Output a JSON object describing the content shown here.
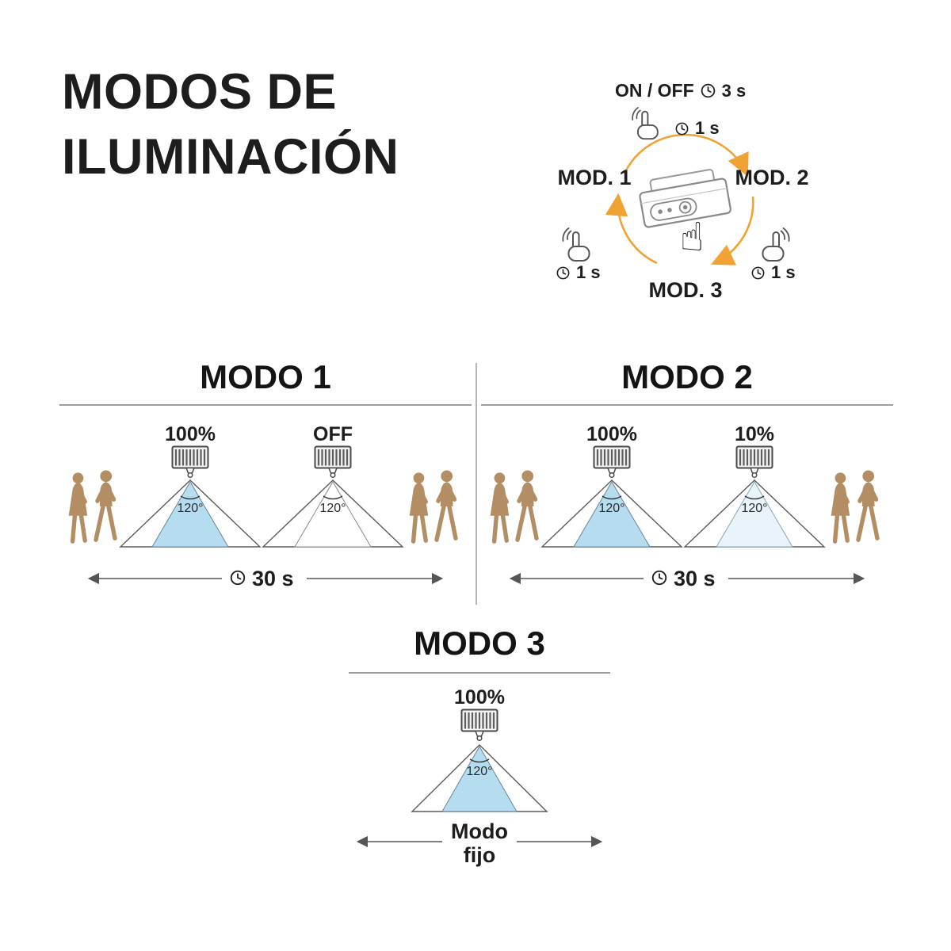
{
  "title": {
    "line1": "MODOS DE",
    "line2": "ILUMINACIÓN"
  },
  "selector": {
    "onoff_label": "ON / OFF",
    "onoff_time": "3 s",
    "tap_top_time": "1 s",
    "tap_left_time": "1 s",
    "tap_right_time": "1 s",
    "mod1": "MOD. 1",
    "mod2": "MOD. 2",
    "mod3": "MOD. 3"
  },
  "modes": {
    "modo1": {
      "title": "MODO 1",
      "light1_label": "100%",
      "light2_label": "OFF",
      "angle": "120°",
      "duration": "30 s"
    },
    "modo2": {
      "title": "MODO 2",
      "light1_label": "100%",
      "light2_label": "10%",
      "angle": "120°",
      "duration": "30 s"
    },
    "modo3": {
      "title": "MODO 3",
      "light1_label": "100%",
      "angle": "120°",
      "caption_line1": "Modo",
      "caption_line2": "fijo"
    }
  },
  "icons": {
    "tap_hand": "☝"
  },
  "colors": {
    "accent_orange": "#F0A232",
    "cone_blue": "#B5DCEF",
    "cone_blue_dim": "#E9F4FA",
    "cone_off": "#FFFFFF",
    "people_brown": "#B38E64",
    "text_dark": "#1D1D1D",
    "line_gray": "#9D9D9D"
  }
}
